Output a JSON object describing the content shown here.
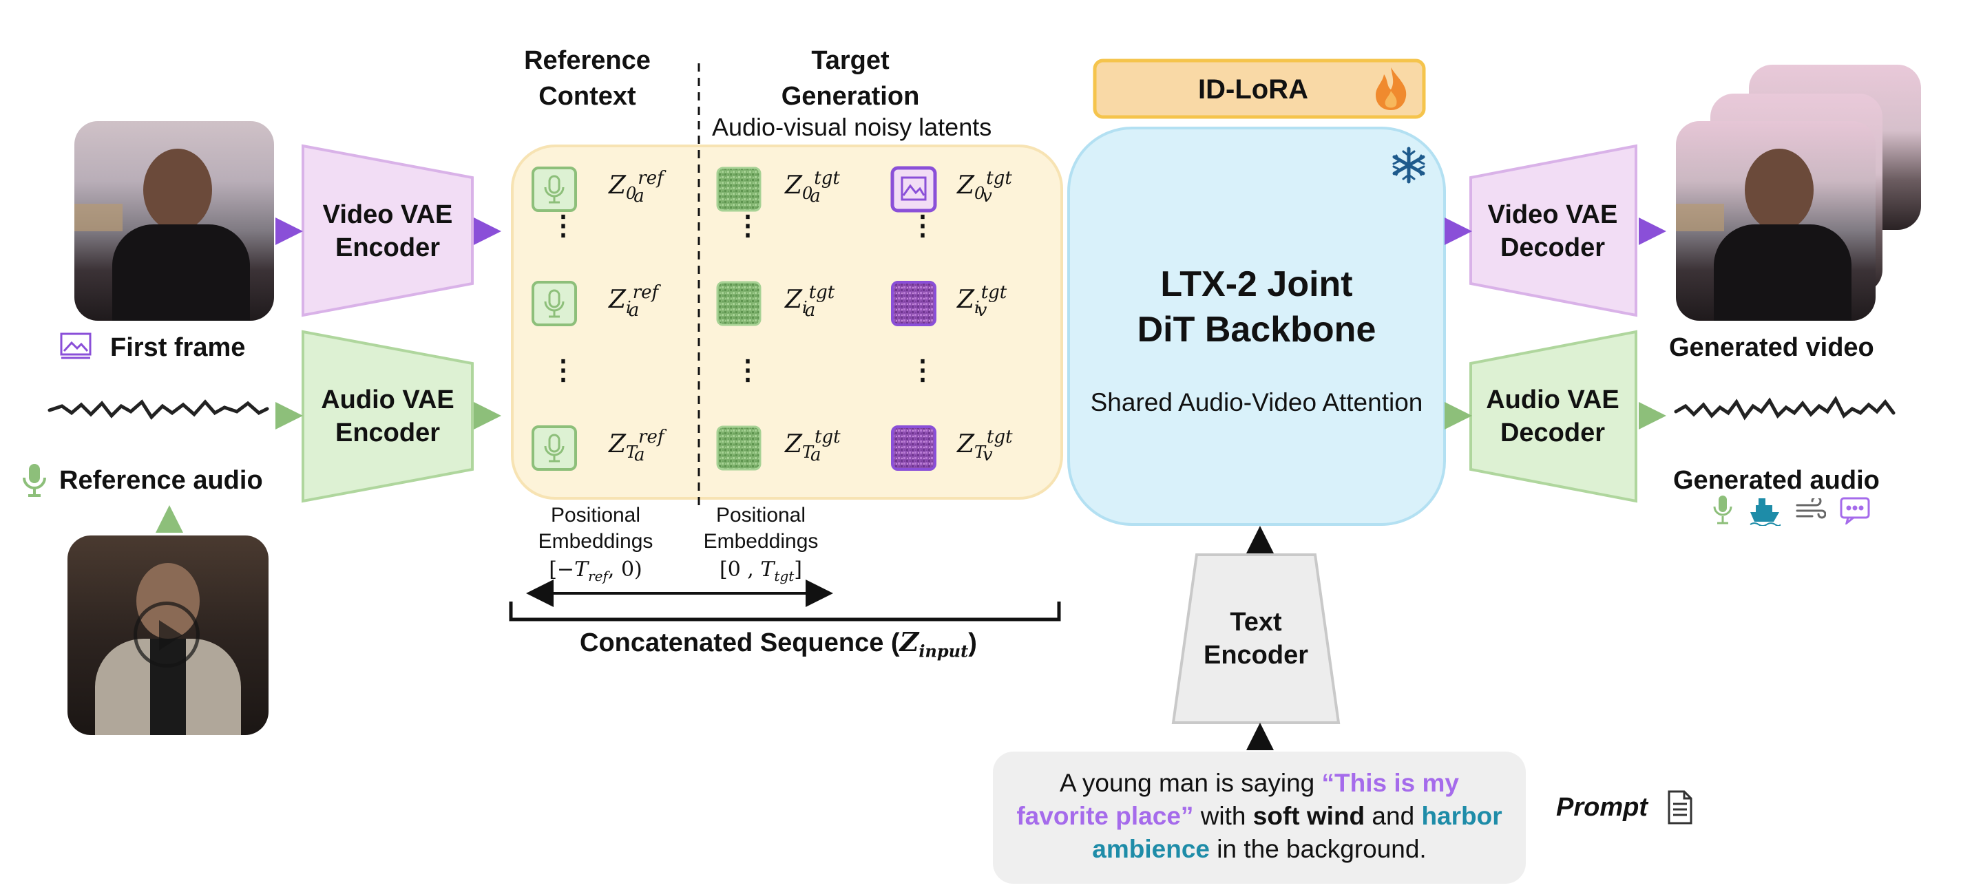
{
  "input": {
    "first_frame_label": "First frame",
    "reference_audio_label": "Reference audio"
  },
  "encoders": {
    "video": "Video VAE Encoder",
    "audio": "Audio VAE Encoder"
  },
  "sequence": {
    "reference_header": "Reference Context",
    "target_header": "Target Generation",
    "target_sub": "Audio-visual noisy latents",
    "ref_tokens": [
      "Z_0^ref_a",
      "Z_i^ref_a",
      "Z_T^ref_a"
    ],
    "tgt_audio_tokens": [
      "Z_0^tgt_a",
      "Z_i^tgt_a",
      "Z_T^tgt_a"
    ],
    "tgt_video_tokens": [
      "Z_0^tgt_v",
      "Z_i^tgt_v",
      "Z_T^tgt_v"
    ],
    "pos_label": "Positional Embeddings",
    "pos_ref_range": "[−T_ref, 0)",
    "pos_tgt_range": "[0 , T_tgt]",
    "concat_label": "Concatenated Sequence",
    "concat_symbol": "Z_input"
  },
  "backbone": {
    "idlora": "ID-LoRA",
    "title_line1": "LTX-2 Joint",
    "title_line2": "DiT Backbone",
    "subtitle": "Shared Audio-Video Attention",
    "frozen_icon": "snowflake-icon",
    "trainable_icon": "fire-icon"
  },
  "decoders": {
    "video": "Video VAE Decoder",
    "audio": "Audio VAE Decoder"
  },
  "output": {
    "video_label": "Generated video",
    "audio_label": "Generated audio",
    "audio_icons": [
      "microphone-icon",
      "ship-icon",
      "wind-icon",
      "speech-bubble-icon"
    ]
  },
  "text": {
    "encoder": "Text Encoder",
    "prompt_label": "Prompt",
    "prompt_parts": {
      "p1": "A young man is saying ",
      "quote": "“This is my favorite place”",
      "p2": " with ",
      "wind": "soft wind",
      "p3": " and ",
      "harbor": "harbor ambience",
      "p4": " in the background."
    }
  },
  "colors": {
    "purple": "#8A4FD8",
    "green": "#8DBF7A",
    "yellow_bg": "#FDF3D9",
    "blue_bg": "#D9F1FA",
    "orange": "#F9D9A6",
    "teal": "#1E8CA8",
    "quote_purple": "#A56BEB"
  }
}
